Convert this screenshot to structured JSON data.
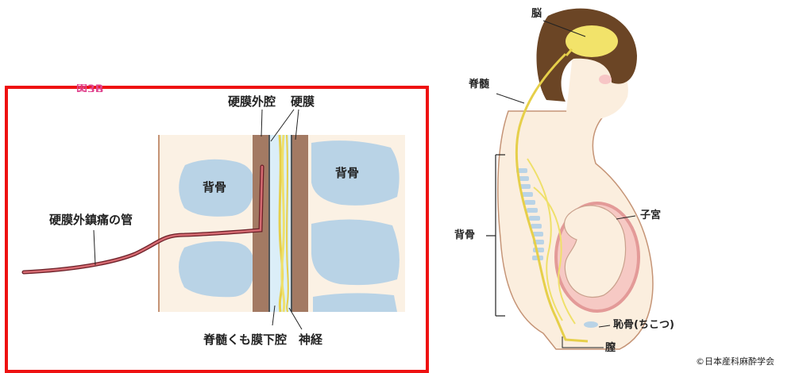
{
  "left_panel": {
    "figure_number": "図3B",
    "labels": {
      "epidural_space": "硬膜外腔",
      "dura": "硬膜",
      "vertebra_left": "背骨",
      "vertebra_right": "背骨",
      "catheter": "硬膜外鎮痛の管",
      "subarachnoid": "脊髄くも膜下腔",
      "nerve": "神経"
    }
  },
  "right_panel": {
    "labels": {
      "brain": "脳",
      "spinal_cord": "脊髄",
      "spine": "背骨",
      "uterus": "子宮",
      "pubic_bone": "恥骨(ちこつ)",
      "vagina": "膣"
    },
    "copyright": "©日本産科麻酔学会"
  },
  "colors": {
    "frame": "#ee1111",
    "bone": "#b9d3e6",
    "epidural": "#a37a63",
    "nerve": "#efe06a",
    "catheter": "#c0505a",
    "skin": "#fbeede",
    "hair": "#6b4525"
  }
}
